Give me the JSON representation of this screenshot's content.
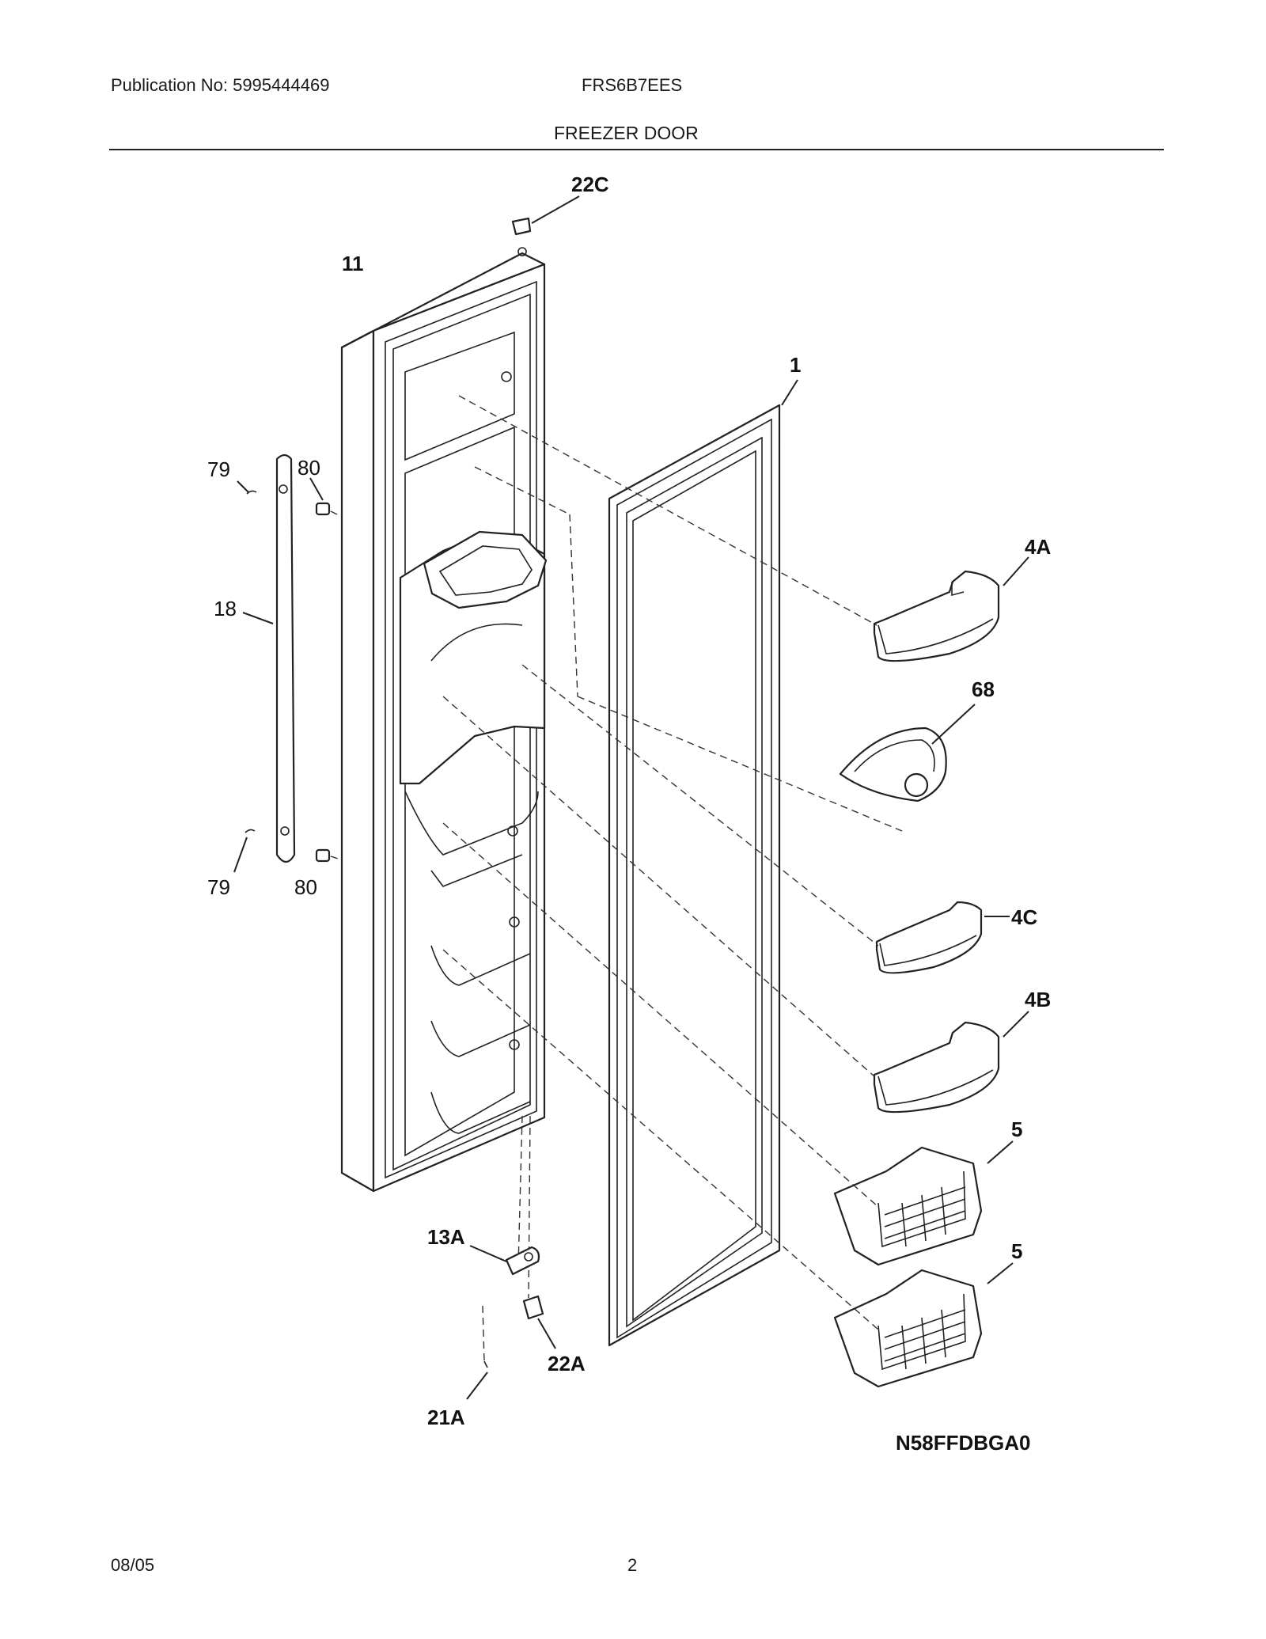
{
  "header": {
    "publication": "Publication No: 5995444469",
    "model": "FRS6B7EES",
    "section_title": "FREEZER DOOR"
  },
  "footer": {
    "date": "08/05",
    "page": "2"
  },
  "diagram": {
    "code": "N58FFDBGA0",
    "labels": {
      "l22C": "22C",
      "l11": "11",
      "l1": "1",
      "l79a": "79",
      "l80a": "80",
      "l18": "18",
      "l79b": "79",
      "l80b": "80",
      "l4A": "4A",
      "l68": "68",
      "l4C": "4C",
      "l4B": "4B",
      "l5a": "5",
      "l5b": "5",
      "l13A": "13A",
      "l22A": "22A",
      "l21A": "21A"
    }
  }
}
